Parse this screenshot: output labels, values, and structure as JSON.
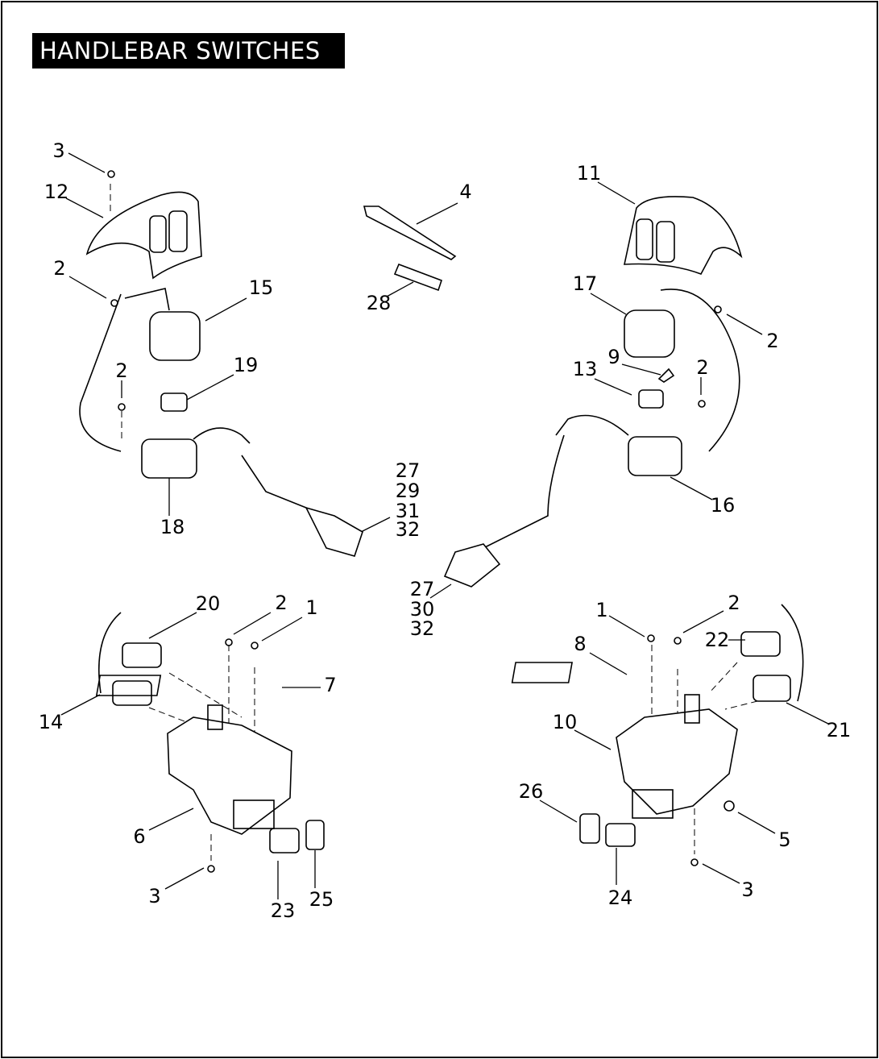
{
  "title": "HANDLEBAR SWITCHES",
  "callouts": [
    "3",
    "12",
    "2",
    "15",
    "2",
    "19",
    "18",
    "4",
    "28",
    "11",
    "17",
    "2",
    "9",
    "13",
    "2",
    "16",
    "27",
    "29",
    "31",
    "32",
    "27",
    "30",
    "32",
    "20",
    "2",
    "1",
    "7",
    "14",
    "6",
    "3",
    "23",
    "25",
    "1",
    "2",
    "22",
    "8",
    "10",
    "21",
    "26",
    "5",
    "3",
    "24"
  ],
  "colors": {
    "ink": "#000000",
    "background": "#ffffff"
  }
}
